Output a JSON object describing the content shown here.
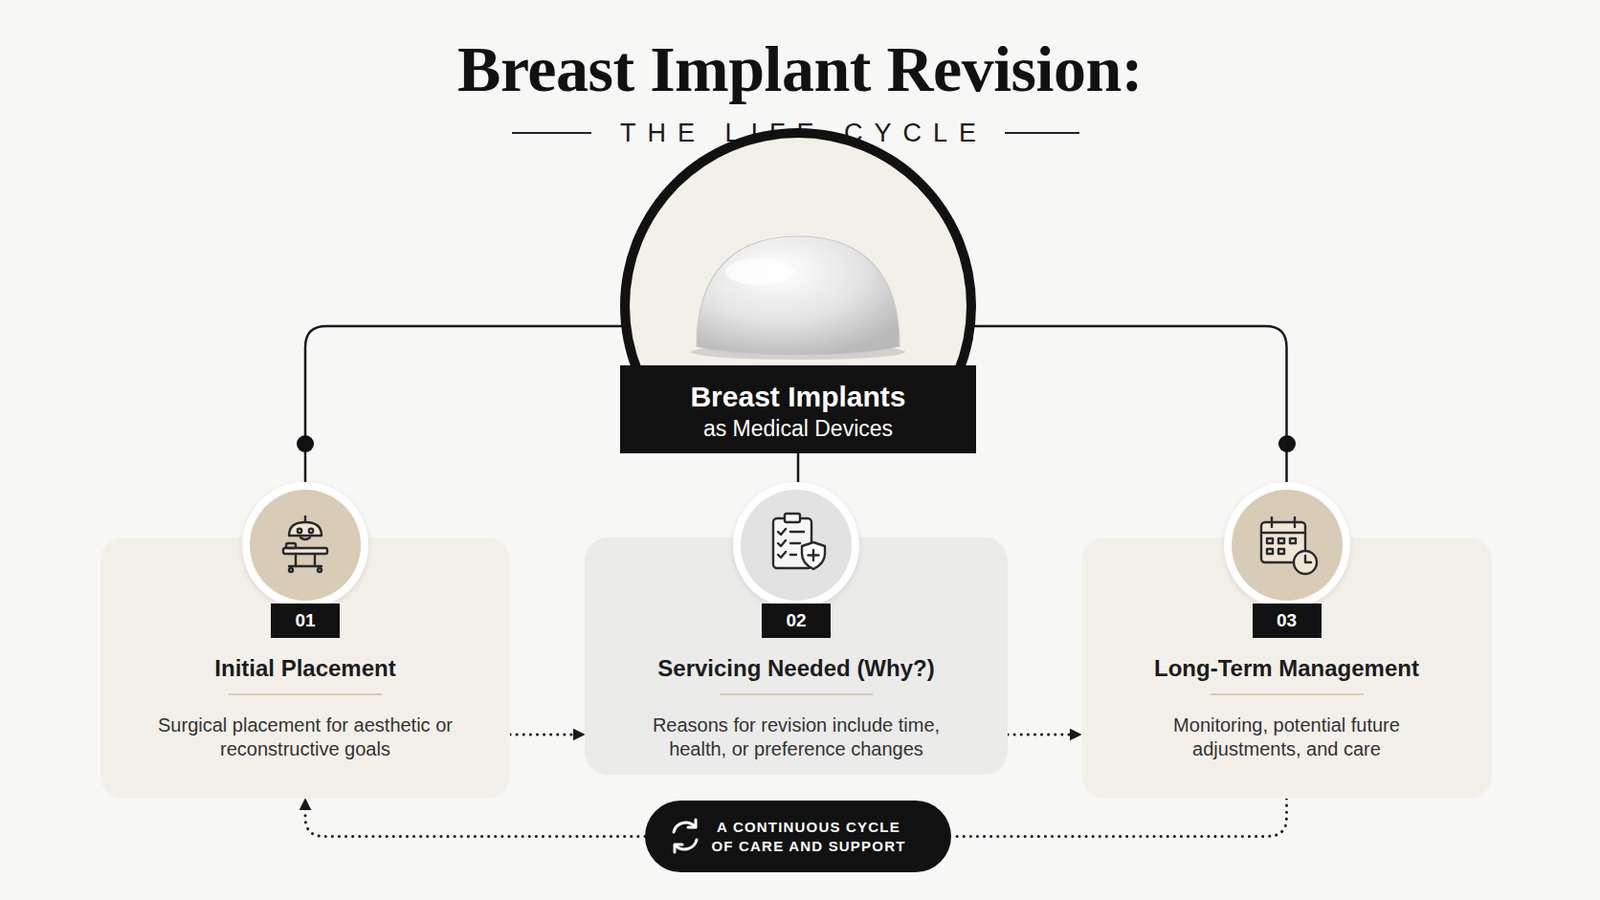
{
  "diagram": {
    "title": "Breast Implant Revision:",
    "nodes": [
      {
        "text": [
          "Breast Implants",
          "as Medical Devices"
        ]
      },
      {
        "text": [
          "01",
          "Initial Placement",
          "Surgical placement for aesthetic or reconstructive goals"
        ]
      },
      {
        "text": [
          "02",
          "Servicing Needed (Why?)",
          "Reasons for revision include time, health, or preference changes"
        ]
      },
      {
        "text": [
          "03",
          "Long-Term Management",
          "Monitoring, potential future adjustments, and care"
        ]
      },
      {
        "text": [
          "A CONTINUOUS CYCLE OF CARE AND SUPPORT"
        ]
      }
    ],
    "edges": [
      {
        "from": 0,
        "to": 1,
        "arrow": "none"
      },
      {
        "from": 0,
        "to": 2,
        "arrow": "none"
      },
      {
        "from": 0,
        "to": 3,
        "arrow": "none"
      },
      {
        "from": 1,
        "to": 2,
        "arrow": "to"
      },
      {
        "from": 2,
        "to": 3,
        "arrow": "to"
      },
      {
        "from": 3,
        "to": 4,
        "arrow": "none"
      },
      {
        "from": 4,
        "to": 1,
        "arrow": "to"
      }
    ],
    "labels": [
      "THE LIFE CYCLE"
    ]
  }
}
